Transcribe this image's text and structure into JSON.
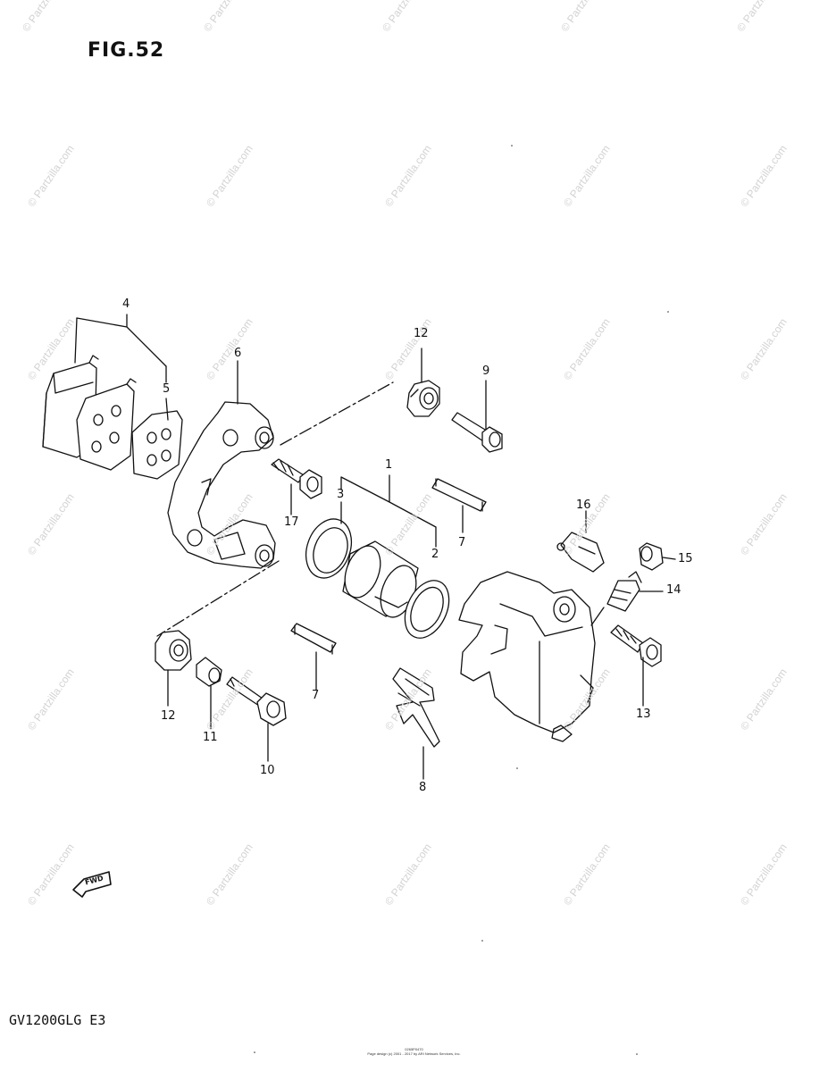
{
  "figure": {
    "title": "FIG.52"
  },
  "model": {
    "code": "GV1200GLG  E3"
  },
  "watermark": {
    "text": "© Partzilla.com"
  },
  "fwd_label": "FWD",
  "callouts": {
    "c1": "1",
    "c2": "2",
    "c3": "3",
    "c4": "4",
    "c5": "5",
    "c6": "6",
    "c7a": "7",
    "c7b": "7",
    "c8": "8",
    "c9": "9",
    "c10": "10",
    "c11": "11",
    "c12a": "12",
    "c12b": "12",
    "c13": "13",
    "c14": "14",
    "c15": "15",
    "c16": "16",
    "c17": "17"
  },
  "footer": {
    "ref": "0265P0470",
    "copyright": "Page design (c) 2001 - 2017 by ARI Network Services, Inc."
  }
}
